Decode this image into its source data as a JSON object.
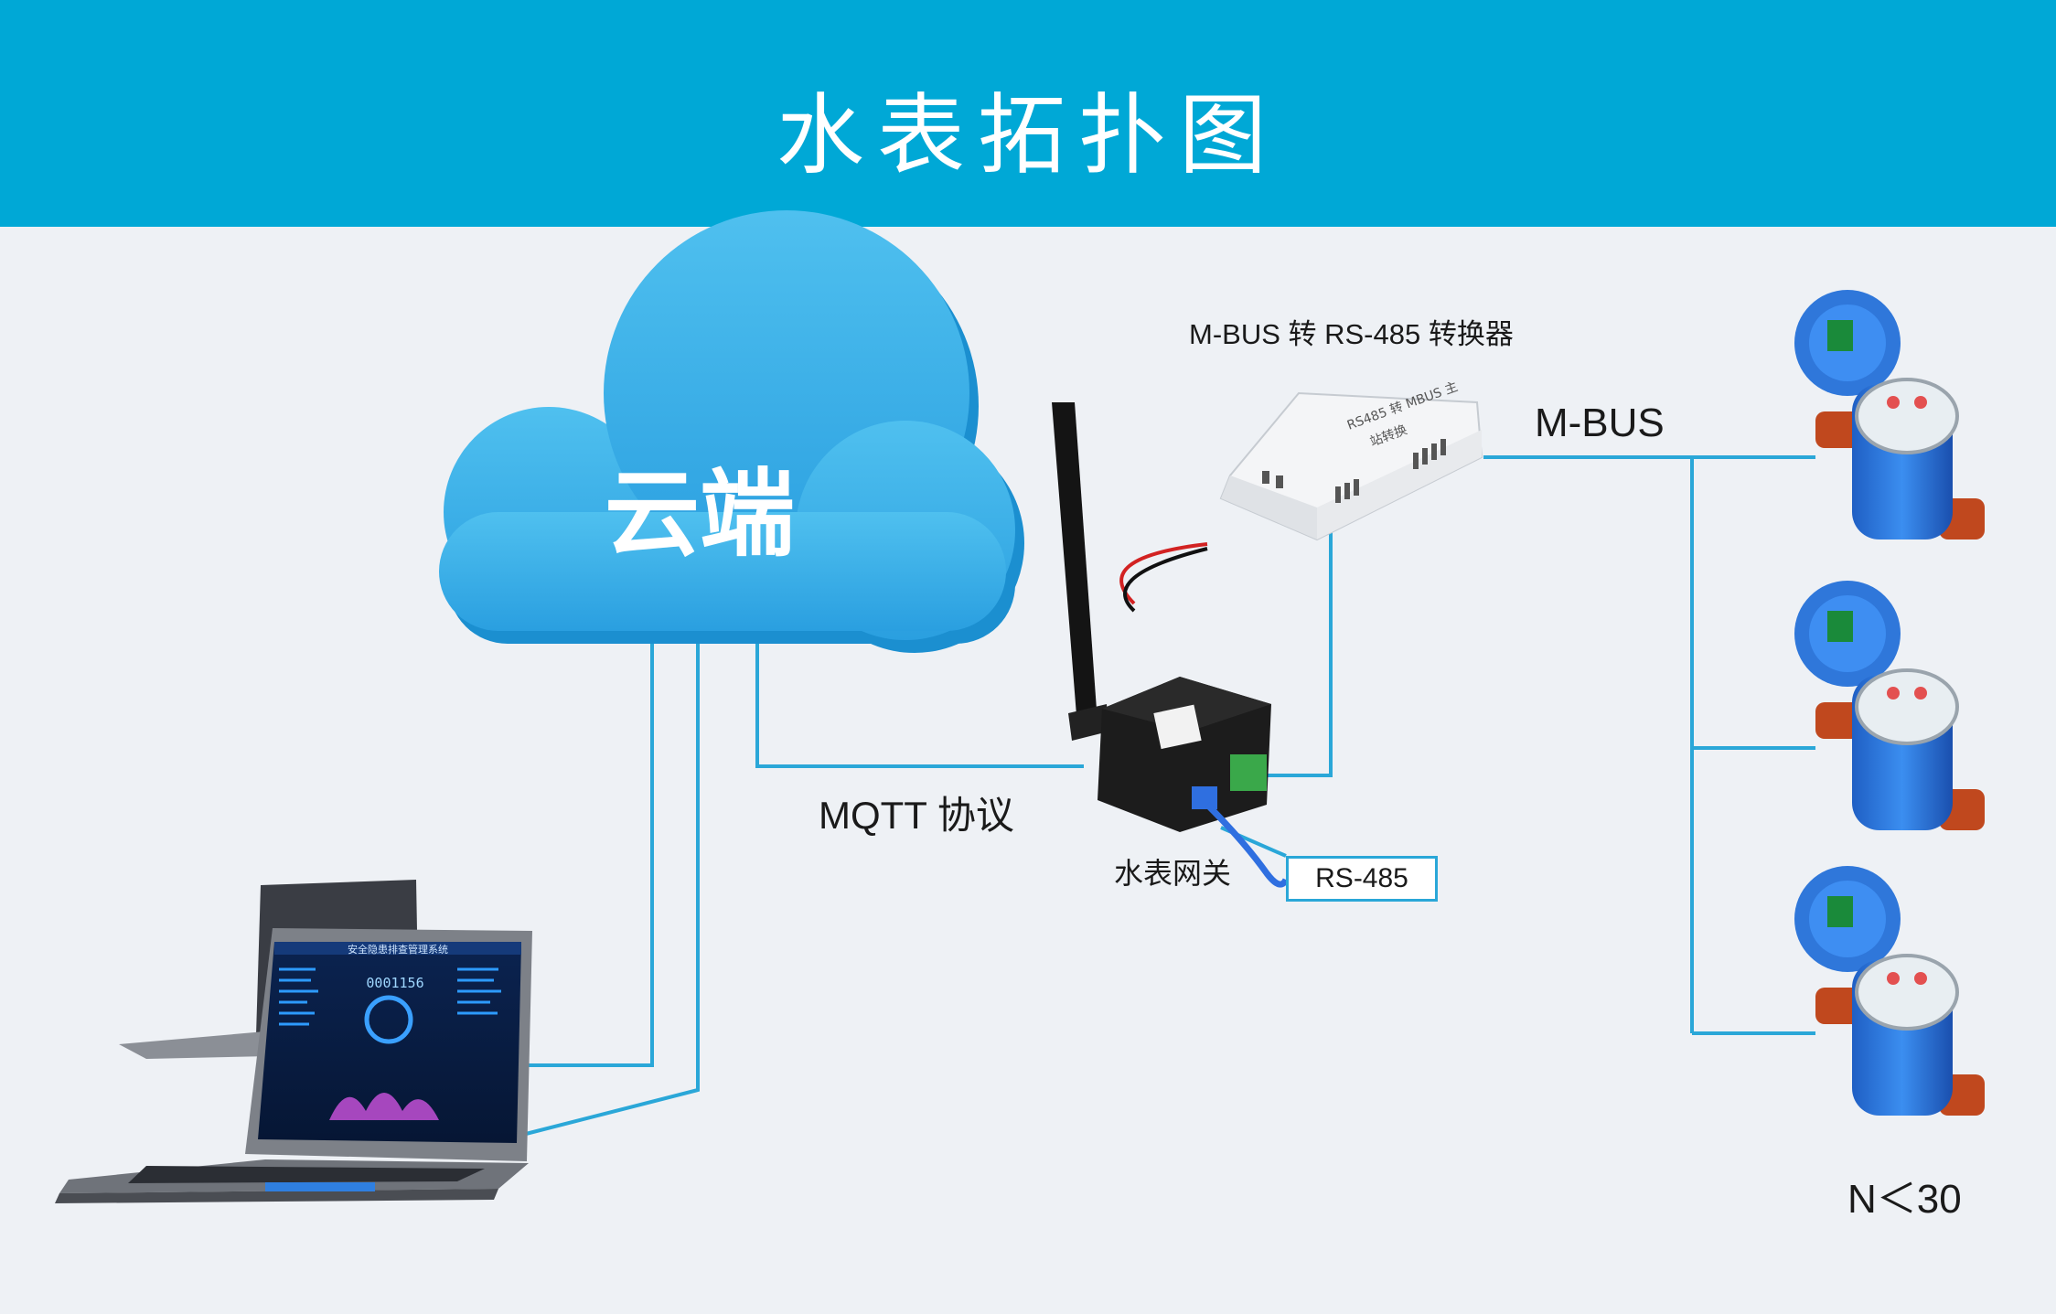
{
  "header": {
    "title": "水表拓扑图"
  },
  "cloud": {
    "label": "云端"
  },
  "labels": {
    "mqtt": "MQTT 协议",
    "mbus": "M-BUS",
    "converter": "M-BUS 转 RS-485 转换器",
    "gateway": "水表网关",
    "rs485": "RS-485",
    "count": "N＜30"
  },
  "converter_device": {
    "line1": "RS485 转 MBUS 主",
    "line2": "站转换"
  },
  "laptop_screen": {
    "title": "安全隐患排查管理系统",
    "counter": "0001156"
  },
  "colors": {
    "header": "#00a8d6",
    "cloud": "#2fa9e3",
    "line": "#2aa7d8",
    "background": "#eef1f5"
  }
}
